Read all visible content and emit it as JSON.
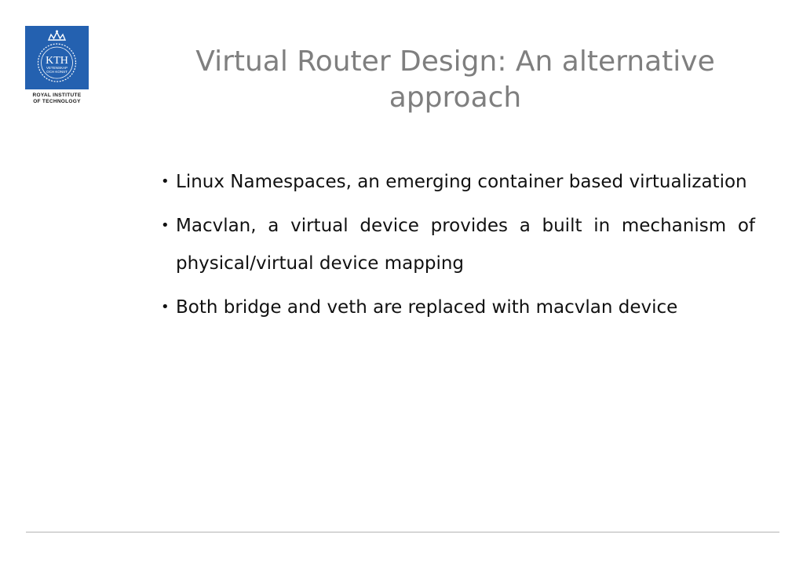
{
  "logo": {
    "text": "KTH",
    "subtext_line1": "VETENSKAP",
    "subtext_line2": "OCH KONST",
    "caption_line1": "ROYAL INSTITUTE",
    "caption_line2": "OF TECHNOLOGY",
    "color": "#2461b0"
  },
  "slide": {
    "title": "Virtual Router Design: An alternative approach",
    "title_color": "#7f7f7f",
    "bullets": [
      "Linux Namespaces, an emerging container based virtualization",
      "Macvlan, a virtual device provides a built in mechanism of physical/virtual device mapping",
      "Both bridge and veth are replaced with macvlan device"
    ]
  }
}
